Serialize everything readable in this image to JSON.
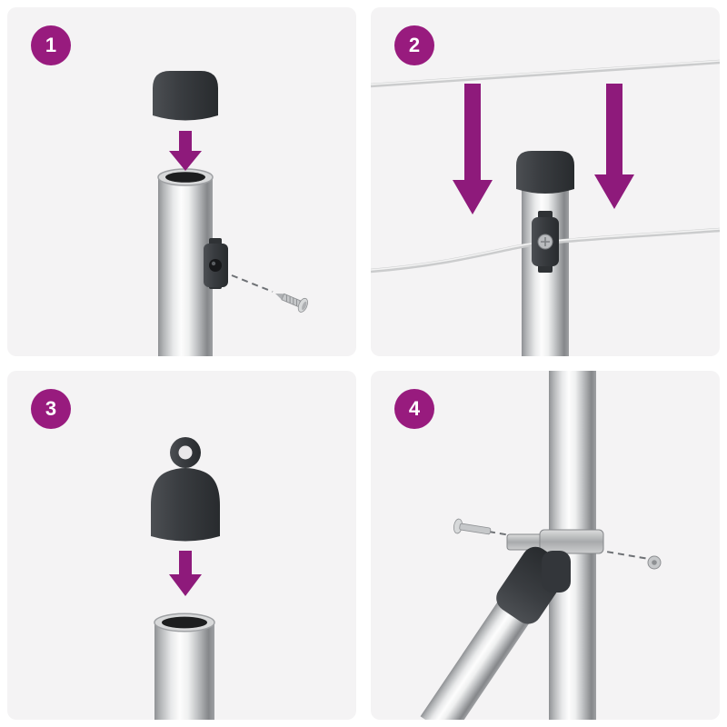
{
  "colors": {
    "accent": "#981B7E",
    "arrow": "#8E1A7B",
    "panel_background": "#F4F3F4",
    "page_background": "#FFFFFF",
    "hardware_dark": "#3A3D41",
    "metal_light": "#E9EAEB",
    "metal_dark": "#8F9194",
    "wire": "#D2D3D4"
  },
  "steps": [
    {
      "number": "1"
    },
    {
      "number": "2"
    },
    {
      "number": "3"
    },
    {
      "number": "4"
    }
  ]
}
